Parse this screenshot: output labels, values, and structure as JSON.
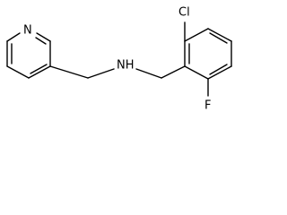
{
  "molecule": {
    "atoms": {
      "pyridine_n": "N",
      "amine_nh": "NH",
      "chloro": "Cl",
      "fluoro": "F"
    }
  }
}
